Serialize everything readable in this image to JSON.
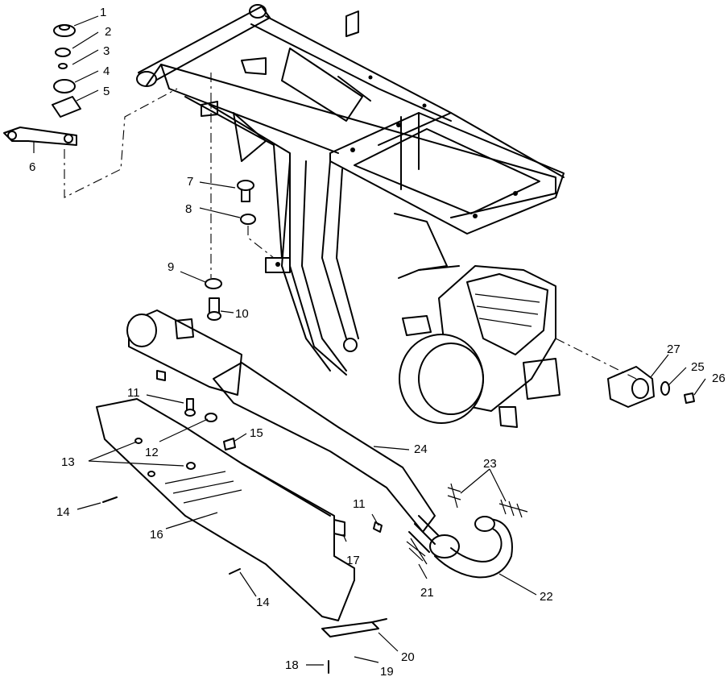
{
  "callouts": [
    {
      "id": "c1",
      "text": "1"
    },
    {
      "id": "c2",
      "text": "2"
    },
    {
      "id": "c3",
      "text": "3"
    },
    {
      "id": "c4",
      "text": "4"
    },
    {
      "id": "c5",
      "text": "5"
    },
    {
      "id": "c6",
      "text": "6"
    },
    {
      "id": "c7",
      "text": "7"
    },
    {
      "id": "c8",
      "text": "8"
    },
    {
      "id": "c9",
      "text": "9"
    },
    {
      "id": "c10",
      "text": "10"
    },
    {
      "id": "c11a",
      "text": "11"
    },
    {
      "id": "c11b",
      "text": "11"
    },
    {
      "id": "c12",
      "text": "12"
    },
    {
      "id": "c13",
      "text": "13"
    },
    {
      "id": "c14a",
      "text": "14"
    },
    {
      "id": "c14b",
      "text": "14"
    },
    {
      "id": "c15",
      "text": "15"
    },
    {
      "id": "c16",
      "text": "16"
    },
    {
      "id": "c17",
      "text": "17"
    },
    {
      "id": "c18",
      "text": "18"
    },
    {
      "id": "c19",
      "text": "19"
    },
    {
      "id": "c20",
      "text": "20"
    },
    {
      "id": "c21",
      "text": "21"
    },
    {
      "id": "c22",
      "text": "22"
    },
    {
      "id": "c23",
      "text": "23"
    },
    {
      "id": "c24",
      "text": "24"
    },
    {
      "id": "c25",
      "text": "25"
    },
    {
      "id": "c26",
      "text": "26"
    },
    {
      "id": "c27",
      "text": "27"
    }
  ]
}
